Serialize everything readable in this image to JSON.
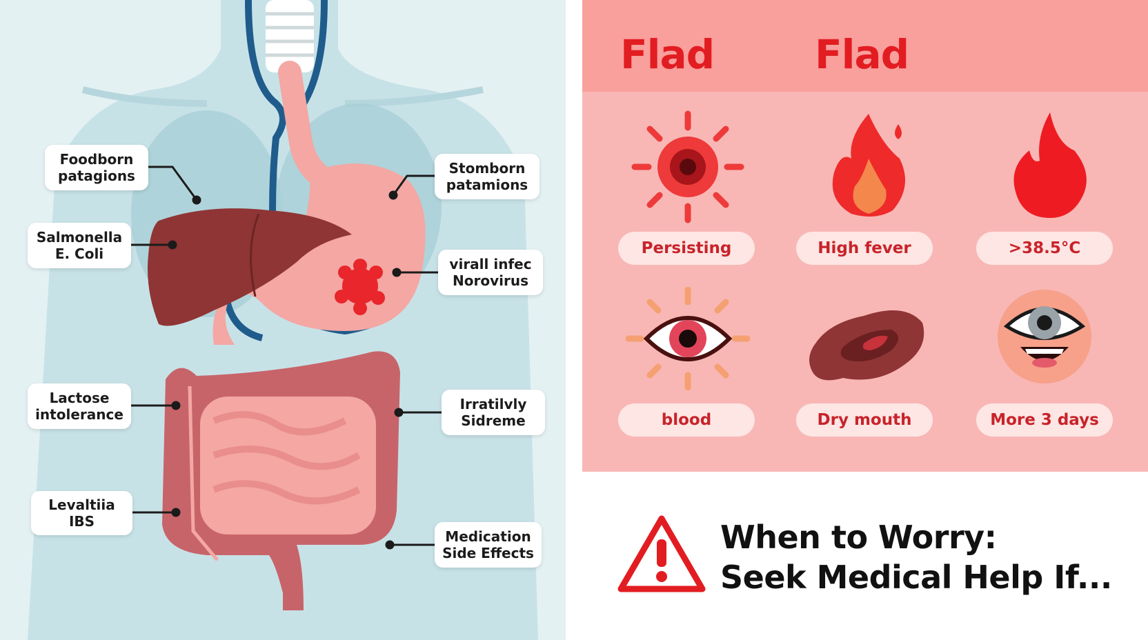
{
  "anatomy": {
    "callouts": {
      "foodborne": [
        "Foodborn",
        "patagions"
      ],
      "salmonella": [
        "Salmonella",
        "E. Coli"
      ],
      "lactose": [
        "Lactose",
        "intolerance"
      ],
      "ibs": [
        "Levaltiia",
        "IBS"
      ],
      "stomach": [
        "Stomborn",
        "patamions"
      ],
      "viral": [
        "virall infec",
        "Norovirus"
      ],
      "irritable": [
        "Irratilvly",
        "Sidreme"
      ],
      "medication": [
        "Medication",
        "Side Effects"
      ]
    }
  },
  "symptoms": {
    "header_words": [
      "Flad",
      "Flad"
    ],
    "items": [
      {
        "label": "Persisting",
        "icon": "sun-virus-icon"
      },
      {
        "label": "High fever",
        "icon": "fire-icon"
      },
      {
        "label": ">38.5°C",
        "icon": "flame-icon"
      },
      {
        "label": "blood",
        "icon": "eye-icon"
      },
      {
        "label": "Dry mouth",
        "icon": "organ-icon"
      },
      {
        "label": "More 3 days",
        "icon": "face-icon"
      }
    ]
  },
  "warning": {
    "line1": "When to Worry:",
    "line2": "Seek Medical Help If...",
    "icon": "warning-icon"
  },
  "colors": {
    "header_red": "#e21d22",
    "panel_pink": "#f8b7b5",
    "header_pink": "#f99f9c",
    "liver": "#8f3535",
    "intestine": "#c7646a"
  }
}
